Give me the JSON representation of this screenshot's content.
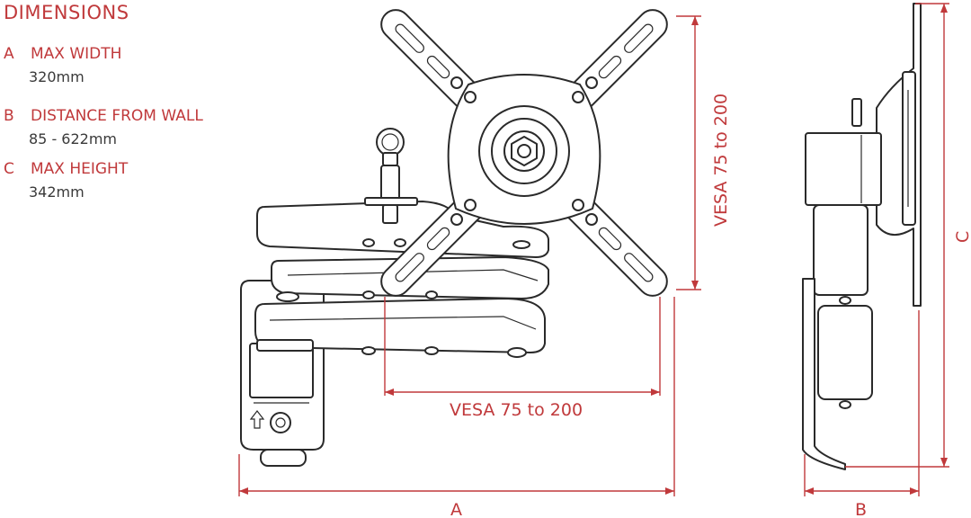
{
  "legend": {
    "title": "DIMENSIONS",
    "items": [
      {
        "letter": "A",
        "label": "MAX WIDTH",
        "value": "320mm"
      },
      {
        "letter": "B",
        "label": "DISTANCE FROM WALL",
        "value": "85 - 622mm"
      },
      {
        "letter": "C",
        "label": "MAX HEIGHT",
        "value": "342mm"
      }
    ]
  },
  "dimensions": {
    "vesa_vertical": "VESA 75 to 200",
    "vesa_horizontal": "VESA 75 to 200",
    "a_label": "A",
    "b_label": "B",
    "c_label": "C"
  },
  "colors": {
    "accent": "#c0393b",
    "line": "#2a2a2a",
    "value_text": "#3a3a3a"
  },
  "icons": [
    "up-arrow-icon"
  ]
}
